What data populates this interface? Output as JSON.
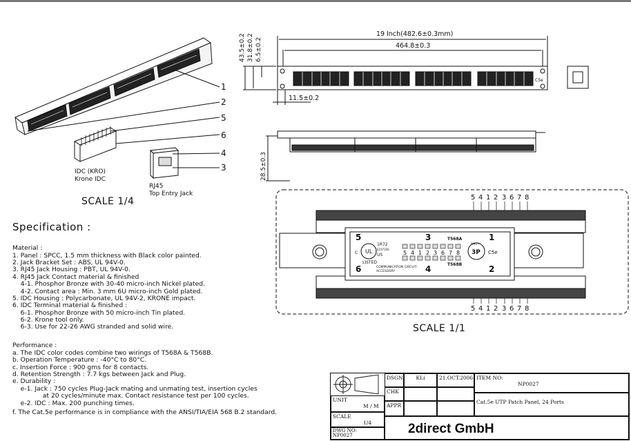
{
  "dimensions": {
    "overall_width": "19 Inch(482.6±0.3mm)",
    "mount_spacing": "464.8±0.3",
    "height": "43.5±0.2",
    "depth_a": "31.8±0.2",
    "depth_b": "6.5±0.2",
    "hole": "11.5±0.2",
    "panel_depth": "28.5±0.3"
  },
  "callouts": [
    "1",
    "2",
    "5",
    "6",
    "4",
    "3"
  ],
  "parts": {
    "idc_label_1": "IDC (KRO)",
    "idc_label_2": "Krone IDC",
    "rj45_label_1": "RJ45",
    "rj45_label_2": "Top Entry Jack"
  },
  "scale_quarter": "SCALE 1/4",
  "scale_full": "SCALE 1/1",
  "front_panel_badge": "C5e",
  "pin_order": [
    "5",
    "4",
    "1",
    "2",
    "3",
    "6",
    "7",
    "8"
  ],
  "module": {
    "port_top_left": "5",
    "port_top_mid": "3",
    "port_top_right": "1",
    "port_bottom_left": "6",
    "port_bottom_mid": "4",
    "port_bottom_right": "2",
    "wiring_a": "T568A",
    "wiring_b": "T568B",
    "ul_code": "1R72",
    "ul_file": "E197356",
    "ul_us": "US",
    "ul_listed": "LISTED",
    "ul_c": "C",
    "comm_1": "COMMUNICATION CIRCUIT",
    "comm_2": "ACCESSORY",
    "cat": "C5e",
    "badge_3p": "3P",
    "badge_ring": "PARTY",
    "pins_row": [
      "5",
      "4",
      "1",
      "2",
      "3",
      "6",
      "7",
      "8"
    ]
  },
  "specification": {
    "title": "Specification :",
    "material": [
      "Material :",
      "1. Panel : SPCC, 1.5 mm thickness with Black color painted.",
      "2. Jack Bracket Set : ABS, UL 94V-0.",
      "3. RJ45 Jack Housing : PBT, UL 94V-0.",
      "4. RJ45 Jack Contact material & finished",
      "    4-1. Phosphor Bronze with 30-40 micro-inch Nickel plated.",
      "    4-2. Contact area : Min. 3 mm 6U micro-inch Gold plated.",
      "5. IDC Housing : Polycarbonate, UL 94V-2, KRONE impact.",
      "6. IDC Terminal material & finished :",
      "    6-1. Phosphor Bronze with 50 micro-inch Tin plated.",
      "    6-2. Krone tool only.",
      "    6-3. Use for 22-26 AWG stranded and solid wire."
    ],
    "performance": [
      "Performance :",
      "a. The IDC color codes combine two wirings of T568A & T568B.",
      "b. Operation Temperature : -40°C to 80°C.",
      "c. Insertion Force : 900 gms for 8 contacts.",
      "d. Retention Strength : 7.7 kgs between Jack and Plug.",
      "e. Durability :",
      "    e-1. Jack : 750 cycles Plug-Jack mating and unmating test, insertion cycles",
      "               at 20 cycles/minute max. Contact resistance test per 100 cycles.",
      "    e-2. IDC : Max. 200 punching times.",
      "f. The Cat.5e performance is in compliance with the ANSI/TIA/EIA 568 B.2 standard."
    ]
  },
  "title_block": {
    "dsgn_label": "DSGN",
    "dsgn_value": "KLi",
    "date": "21.OCT.2006",
    "chk_label": "CHK",
    "appr_label": "APPR",
    "unit_label": "UNIT",
    "unit_value": "M / M",
    "scale_label": "SCALE",
    "scale_value": "1/4",
    "dwg_label": "DWG NO:",
    "dwg_value": "NP0027",
    "item_label": "ITEM NO:",
    "item_value": "NP0027",
    "description": "Cat.5e UTP Patch Panel, 24 Ports",
    "company": "2direct GmbH"
  }
}
